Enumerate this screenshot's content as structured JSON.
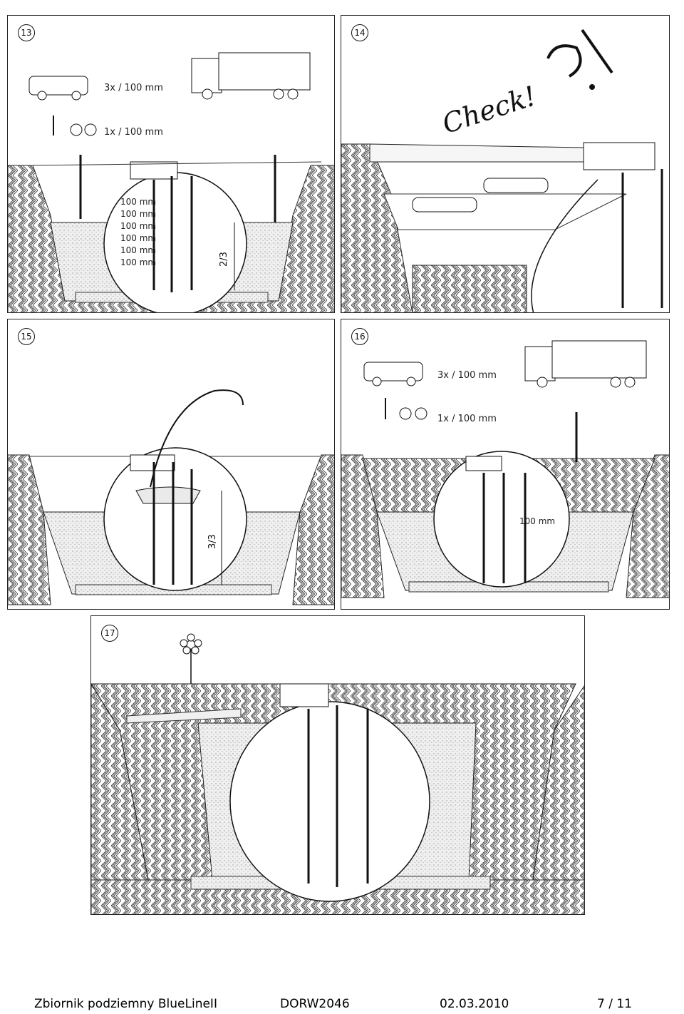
{
  "panels": {
    "p13": {
      "number": "13",
      "car_load": "3x / 100 mm",
      "person_load": "1x / 100 mm",
      "layers": [
        "100 mm",
        "100 mm",
        "100 mm",
        "100 mm",
        "100 mm",
        "100 mm"
      ],
      "fill_ratio": "2/3"
    },
    "p14": {
      "number": "14",
      "check_text": "Check!"
    },
    "p15": {
      "number": "15",
      "fill_ratio": "3/3"
    },
    "p16": {
      "number": "16",
      "car_load": "3x / 100 mm",
      "person_load": "1x / 100 mm",
      "layer": "100 mm"
    },
    "p17": {
      "number": "17"
    }
  },
  "footer": {
    "product": "Zbiornik podziemny BlueLineII",
    "doc_code": "DORW2046",
    "date": "02.03.2010",
    "page": "7 / 11"
  },
  "colors": {
    "line": "#222222",
    "soil": "#f3f3f3",
    "gravel": "#e4e4e4"
  }
}
